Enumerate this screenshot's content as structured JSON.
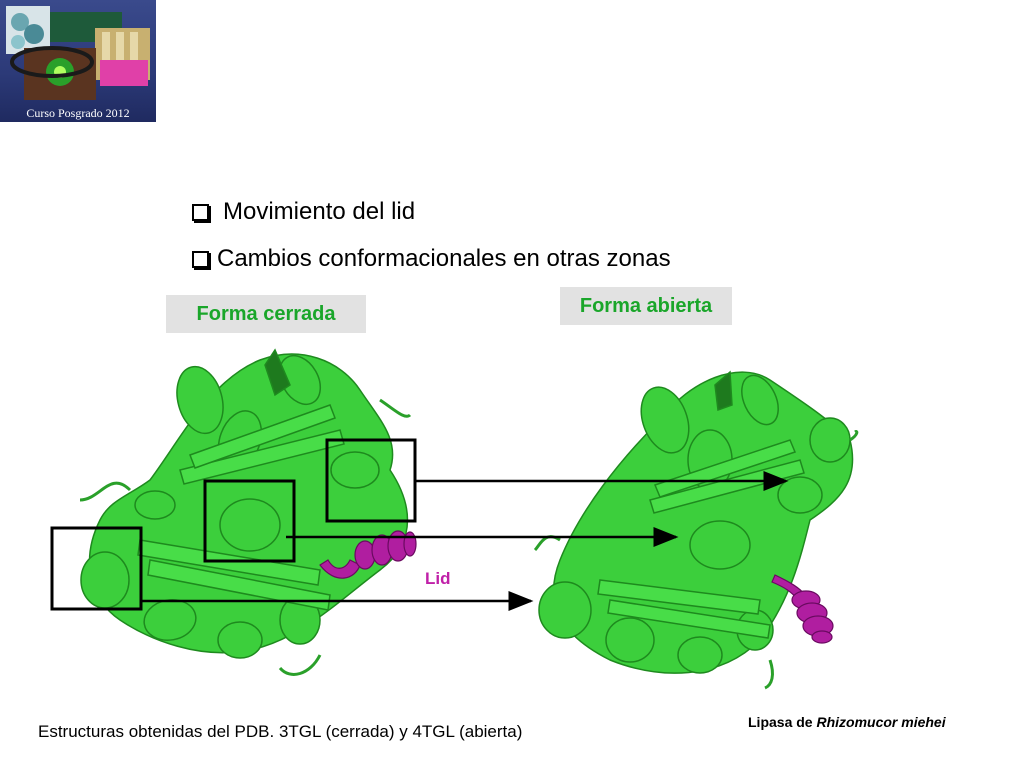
{
  "logo": {
    "caption": "Curso Posgrado 2012"
  },
  "bullets": [
    {
      "text": "Movimiento del lid",
      "icon": "checkbox-bullet-icon"
    },
    {
      "text": "Cambios conformacionales en otras zonas",
      "icon": "checkbox-bullet-icon"
    }
  ],
  "labels": {
    "closed_form": "Forma cerrada",
    "open_form": "Forma abierta",
    "lid": "Lid"
  },
  "footer": {
    "source": "Estructuras obtenidas del PDB. 3TGL (cerrada)  y 4TGL (abierta)",
    "enzyme_prefix": "Lipasa de ",
    "enzyme_species": "Rhizomucor miehei"
  },
  "colors": {
    "protein": "#3ccf3c",
    "protein_dark": "#1e8a1e",
    "lid": "#b01ea0",
    "tag_text": "#1aa62a",
    "tag_bg": "#e2e2e2",
    "logo_bg": "#2c3a78"
  }
}
